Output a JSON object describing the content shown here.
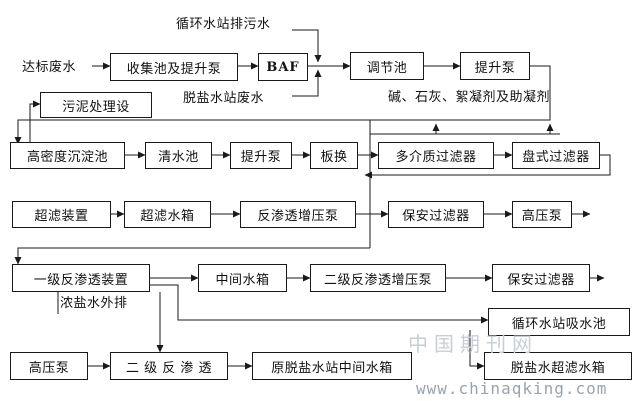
{
  "diagram": {
    "nodes": {
      "collect_pump": "收集池及提升泵",
      "baf": "BAF",
      "regulating_tank": "调节池",
      "lift_pump_1": "提升泵",
      "sludge": "污泥处理设",
      "hd_sedimentation": "高密度沉淀池",
      "clear_tank": "清水池",
      "lift_pump_2": "提升泵",
      "plate_exchanger": "板换",
      "multimedia_filter": "多介质过滤器",
      "disc_filter": "盘式过滤器",
      "uf_device": "超滤装置",
      "uf_tank": "超滤水箱",
      "ro_booster_pump": "反渗透增压泵",
      "security_filter_1": "保安过滤器",
      "hp_pump_1": "高压泵",
      "ro1_device": "一级反渗透装置",
      "intermediate_tank": "中间水箱",
      "ro2_booster_pump": "二级反渗透增压泵",
      "security_filter_2": "保安过滤器",
      "hp_pump_2": "高压泵",
      "ro2": "二 级 反 渗 透",
      "orig_desal_tank": "原脱盐水站中间水箱",
      "cw_suction_tank": "循环水站吸水池",
      "desal_uf_tank": "脱盐水超滤水箱"
    },
    "labels": {
      "input_wastewater": "达标废水",
      "cw_blowdown": "循环水站排污水",
      "desal_wastewater": "脱盐水站废水",
      "chemicals": "碱、石灰、絮凝剂及助凝剂",
      "brine_discharge": "浓盐水外排"
    }
  },
  "watermark": {
    "cn": "中国期刊网",
    "url": "www.chinaqking.com"
  },
  "colors": {
    "line": "#1a1a1a",
    "watermark_cn": "#c9ced6",
    "watermark_url": "#9aa3ad"
  }
}
